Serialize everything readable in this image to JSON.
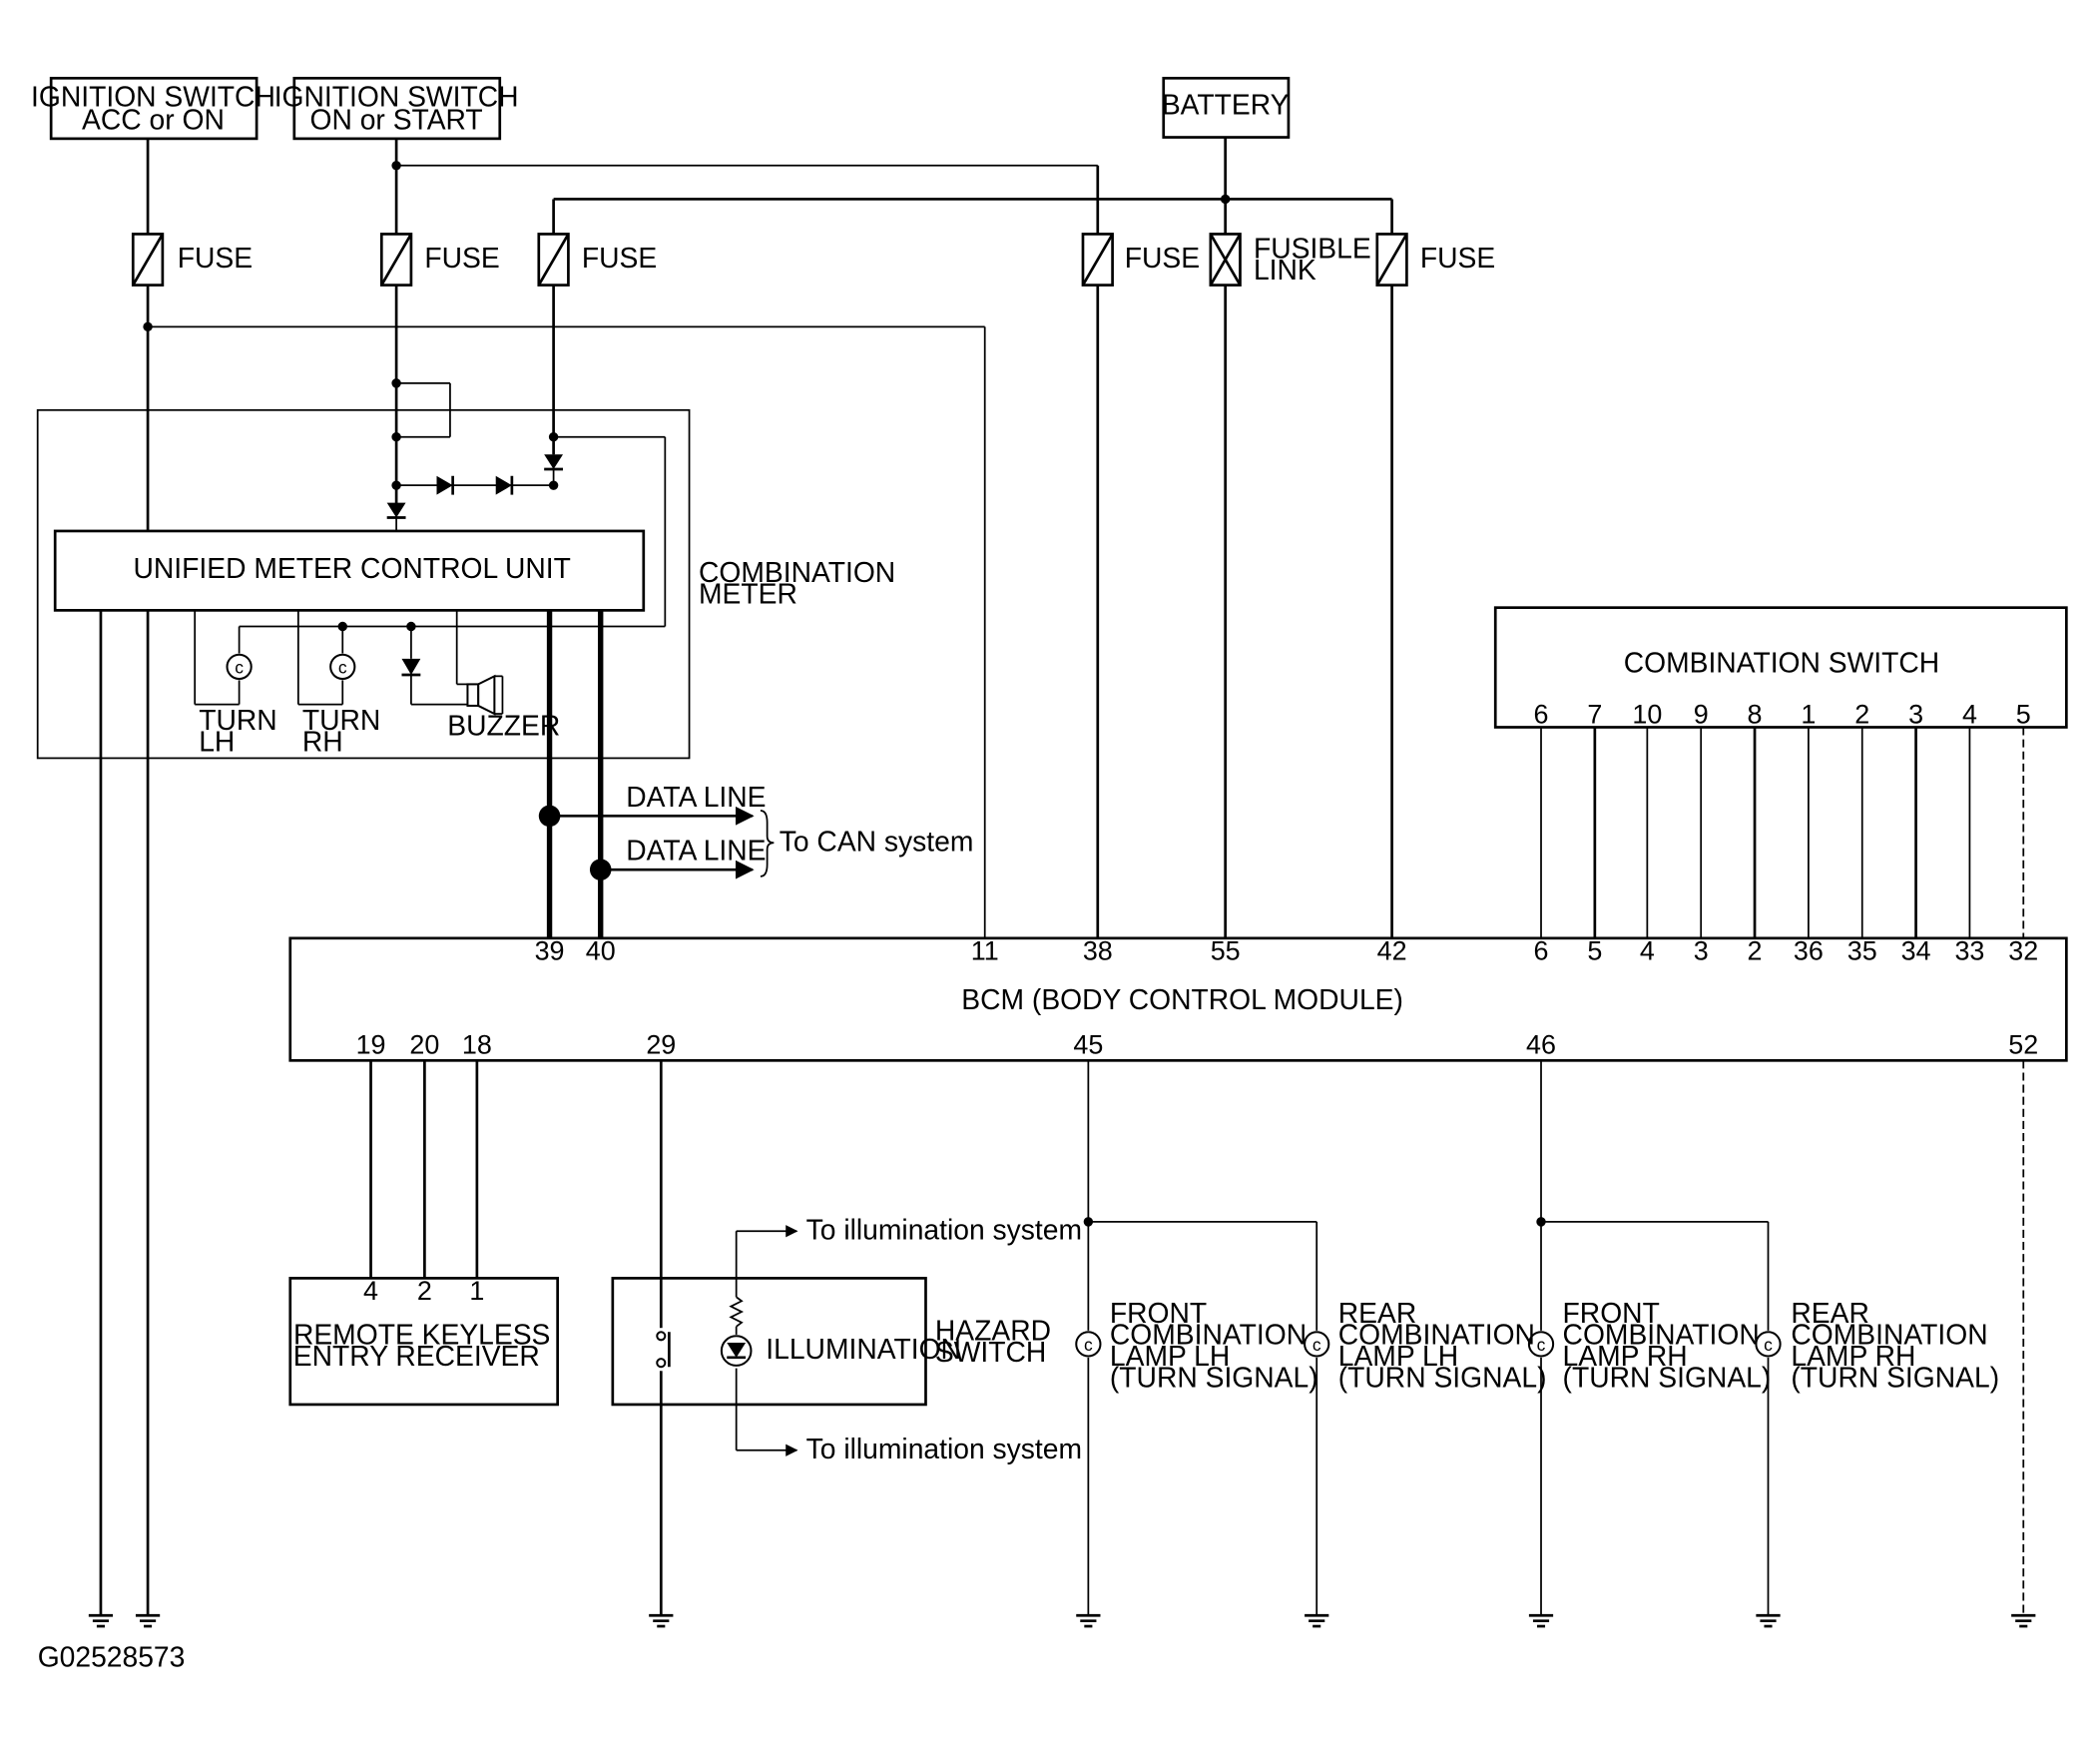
{
  "sources": {
    "ign_acc_1": "IGNITION SWITCH",
    "ign_acc_2": "ACC or ON",
    "ign_on_1": "IGNITION SWITCH",
    "ign_on_2": "ON or START",
    "battery": "BATTERY"
  },
  "fuses": {
    "fuse": "FUSE",
    "fusible_1": "FUSIBLE",
    "fusible_2": "LINK"
  },
  "combination_meter": {
    "unit": "UNIFIED METER CONTROL UNIT",
    "label_1": "COMBINATION",
    "label_2": "METER",
    "turn_lh_1": "TURN",
    "turn_lh_2": "LH",
    "turn_rh_1": "TURN",
    "turn_rh_2": "RH",
    "buzzer": "BUZZER"
  },
  "can": {
    "data_line": "DATA LINE",
    "to_can": "To CAN system"
  },
  "combination_switch": {
    "title": "COMBINATION SWITCH",
    "pins": [
      "6",
      "7",
      "10",
      "9",
      "8",
      "1",
      "2",
      "3",
      "4",
      "5"
    ]
  },
  "bcm": {
    "title": "BCM (BODY CONTROL MODULE)",
    "top_pins": [
      "39",
      "40",
      "11",
      "38",
      "55",
      "42",
      "6",
      "5",
      "4",
      "3",
      "2",
      "36",
      "35",
      "34",
      "33",
      "32"
    ],
    "bottom_pins": [
      "19",
      "20",
      "18",
      "29",
      "45",
      "46",
      "52"
    ]
  },
  "keyless": {
    "line_1": "REMOTE KEYLESS",
    "line_2": "ENTRY RECEIVER",
    "pins": [
      "4",
      "2",
      "1"
    ]
  },
  "hazard": {
    "illumination": "ILLUMINATION",
    "label_1": "HAZARD",
    "label_2": "SWITCH",
    "to_illum_top": "To illumination system",
    "to_illum_bottom": "To illumination system"
  },
  "lamps": {
    "front_lh": [
      "FRONT",
      "COMBINATION",
      "LAMP LH",
      "(TURN SIGNAL)"
    ],
    "rear_lh": [
      "REAR",
      "COMBINATION",
      "LAMP LH",
      "(TURN SIGNAL)"
    ],
    "front_rh": [
      "FRONT",
      "COMBINATION",
      "LAMP RH",
      "(TURN SIGNAL)"
    ],
    "rear_rh": [
      "REAR",
      "COMBINATION",
      "LAMP RH",
      "(TURN SIGNAL)"
    ]
  },
  "figure_code": "G02528573"
}
